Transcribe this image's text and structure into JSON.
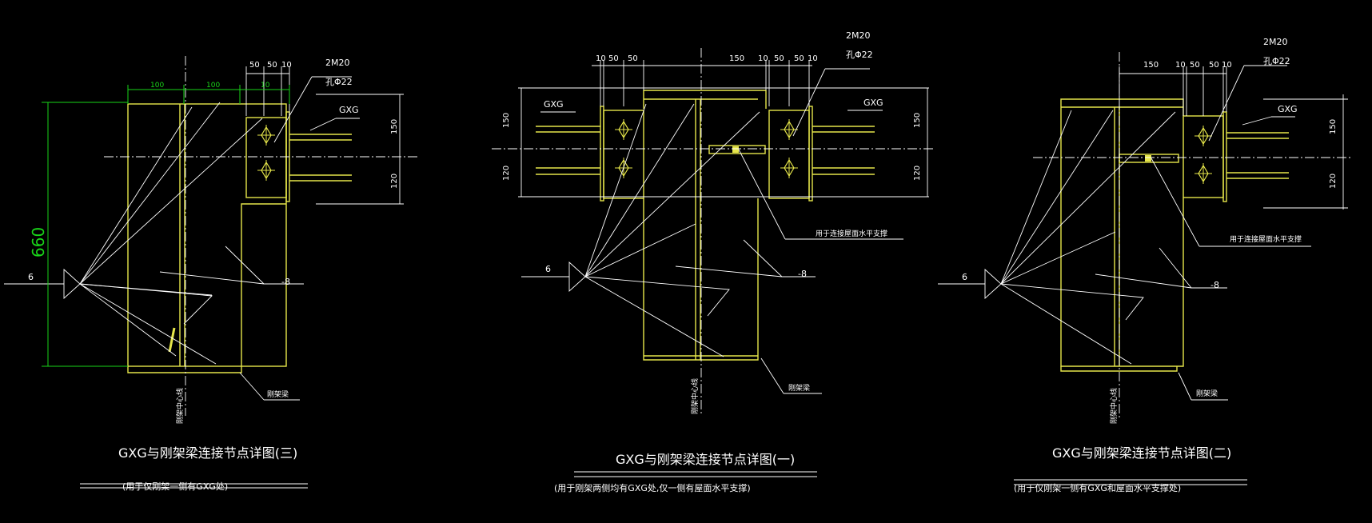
{
  "colors": {
    "background": "#000000",
    "outline": "#e6e64a",
    "lines": "#ffffff",
    "dim_green": "#19d419"
  },
  "detail_three": {
    "title": "GXG与刚架梁连接节点详图(三)",
    "note": "(用于仅刚架一侧有GXG处)",
    "dim_660": "660",
    "dims_top": [
      "50",
      "50",
      "10"
    ],
    "dims_green": [
      "100",
      "100",
      "10"
    ],
    "bolt": "2M20",
    "hole": "孔Φ22",
    "gxg": "GXG",
    "dim_150": "150",
    "dim_120": "120",
    "weld": "6",
    "plate": "-8",
    "beam": "刚架梁",
    "centerline": "刚架中心线"
  },
  "detail_one": {
    "title": "GXG与刚架梁连接节点详图(一)",
    "note": "(用于刚架两侧均有GXG处,仅一侧有屋面水平支撑)",
    "dims_top": [
      "10",
      "50",
      "50",
      "150",
      "10",
      "50",
      "50",
      "10"
    ],
    "bolt": "2M20",
    "hole": "孔Φ22",
    "gxg_left": "GXG",
    "gxg_right": "GXG",
    "dim_150": "150",
    "dim_120": "120",
    "weld": "6",
    "plate": "-8",
    "brace": "用于连接屋面水平支撑",
    "beam": "刚架梁",
    "centerline": "刚架中心线"
  },
  "detail_two": {
    "title": "GXG与刚架梁连接节点详图(二)",
    "note": "(用于仅刚架一侧有GXG和屋面水平支撑处)",
    "dims_top": [
      "150",
      "10",
      "50",
      "50",
      "10"
    ],
    "bolt": "2M20",
    "hole": "孔Φ22",
    "gxg": "GXG",
    "dim_150": "150",
    "dim_120": "120",
    "weld": "6",
    "plate": "-8",
    "brace": "用于连接屋面水平支撑",
    "beam": "刚架梁",
    "centerline": "刚架中心线"
  }
}
